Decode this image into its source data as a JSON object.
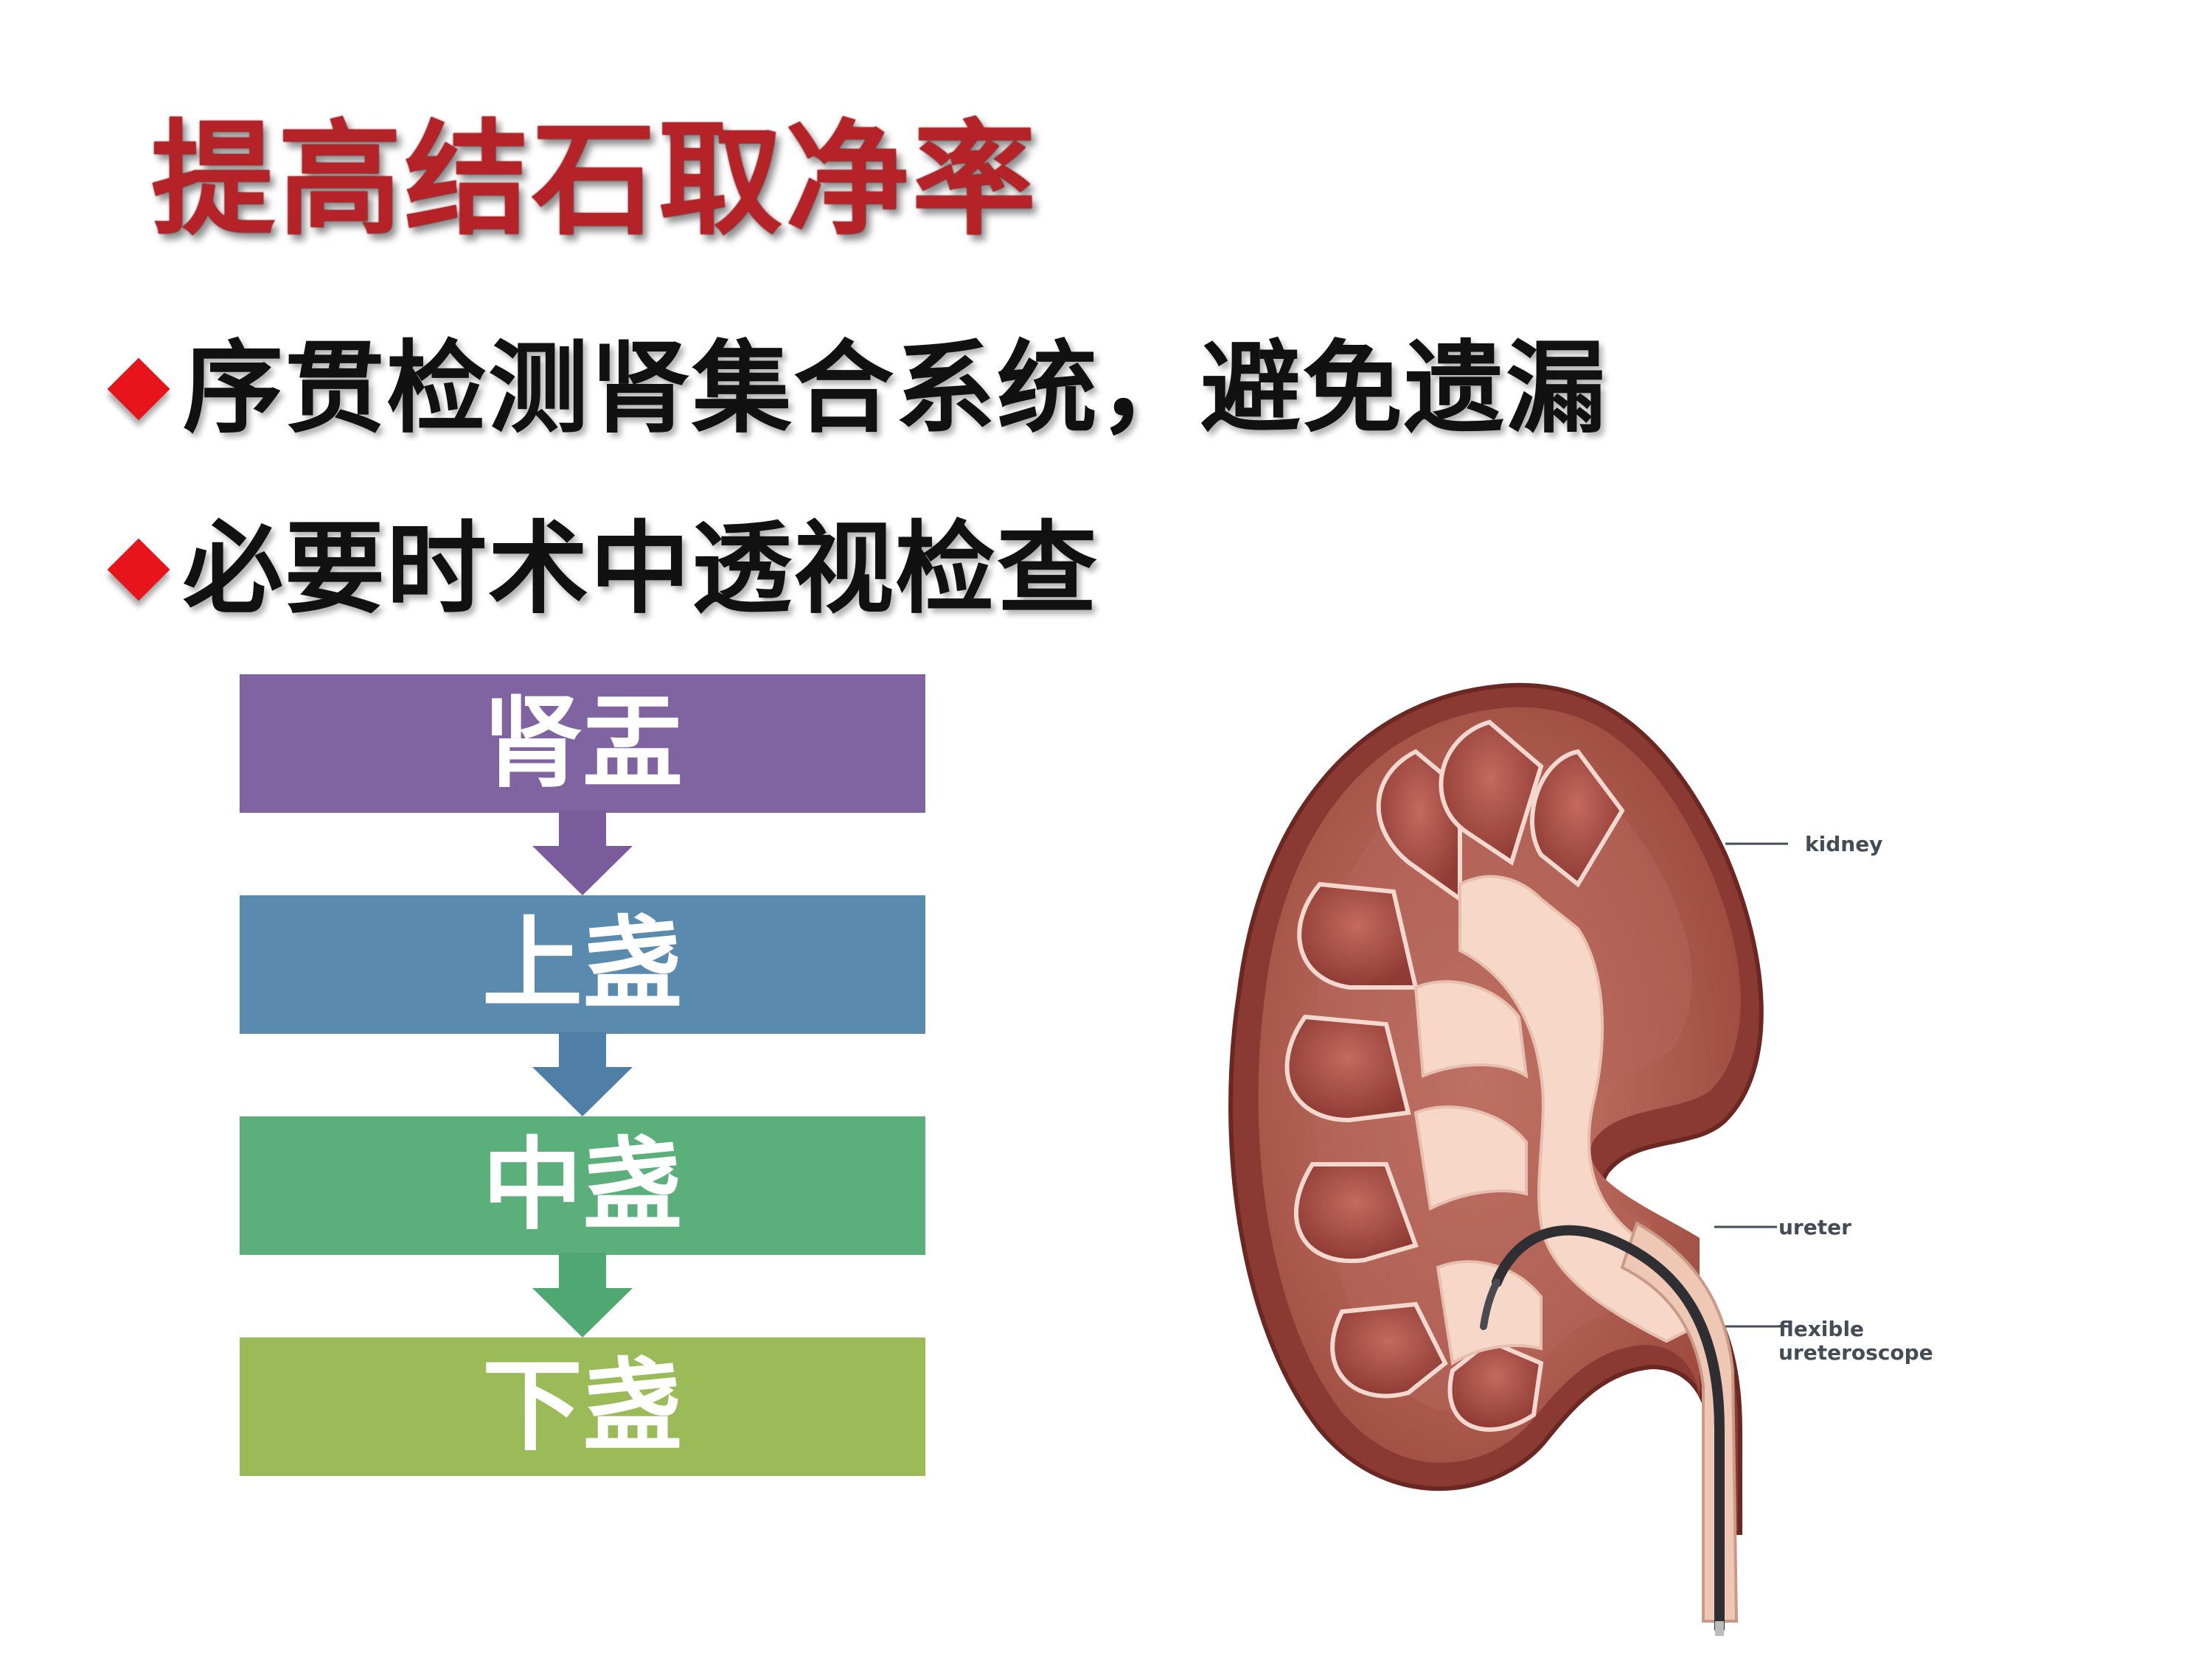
{
  "title": "提高结石取净率",
  "bullets": [
    "序贯检测肾集合系统，避免遗漏",
    "必要时术中透视检查"
  ],
  "flow": [
    {
      "label": "肾盂",
      "color": "#8064a2"
    },
    {
      "label": "上盏",
      "color": "#5a8aad"
    },
    {
      "label": "中盏",
      "color": "#5aaf7a"
    },
    {
      "label": "下盏",
      "color": "#9bbb59"
    }
  ],
  "diagram_labels": {
    "kidney": "kidney",
    "ureter": "ureter",
    "scope_line1": "flexible",
    "scope_line2": "ureteroscope"
  },
  "colors": {
    "title": "#b52227",
    "bullet_marker": "#e8141b"
  }
}
